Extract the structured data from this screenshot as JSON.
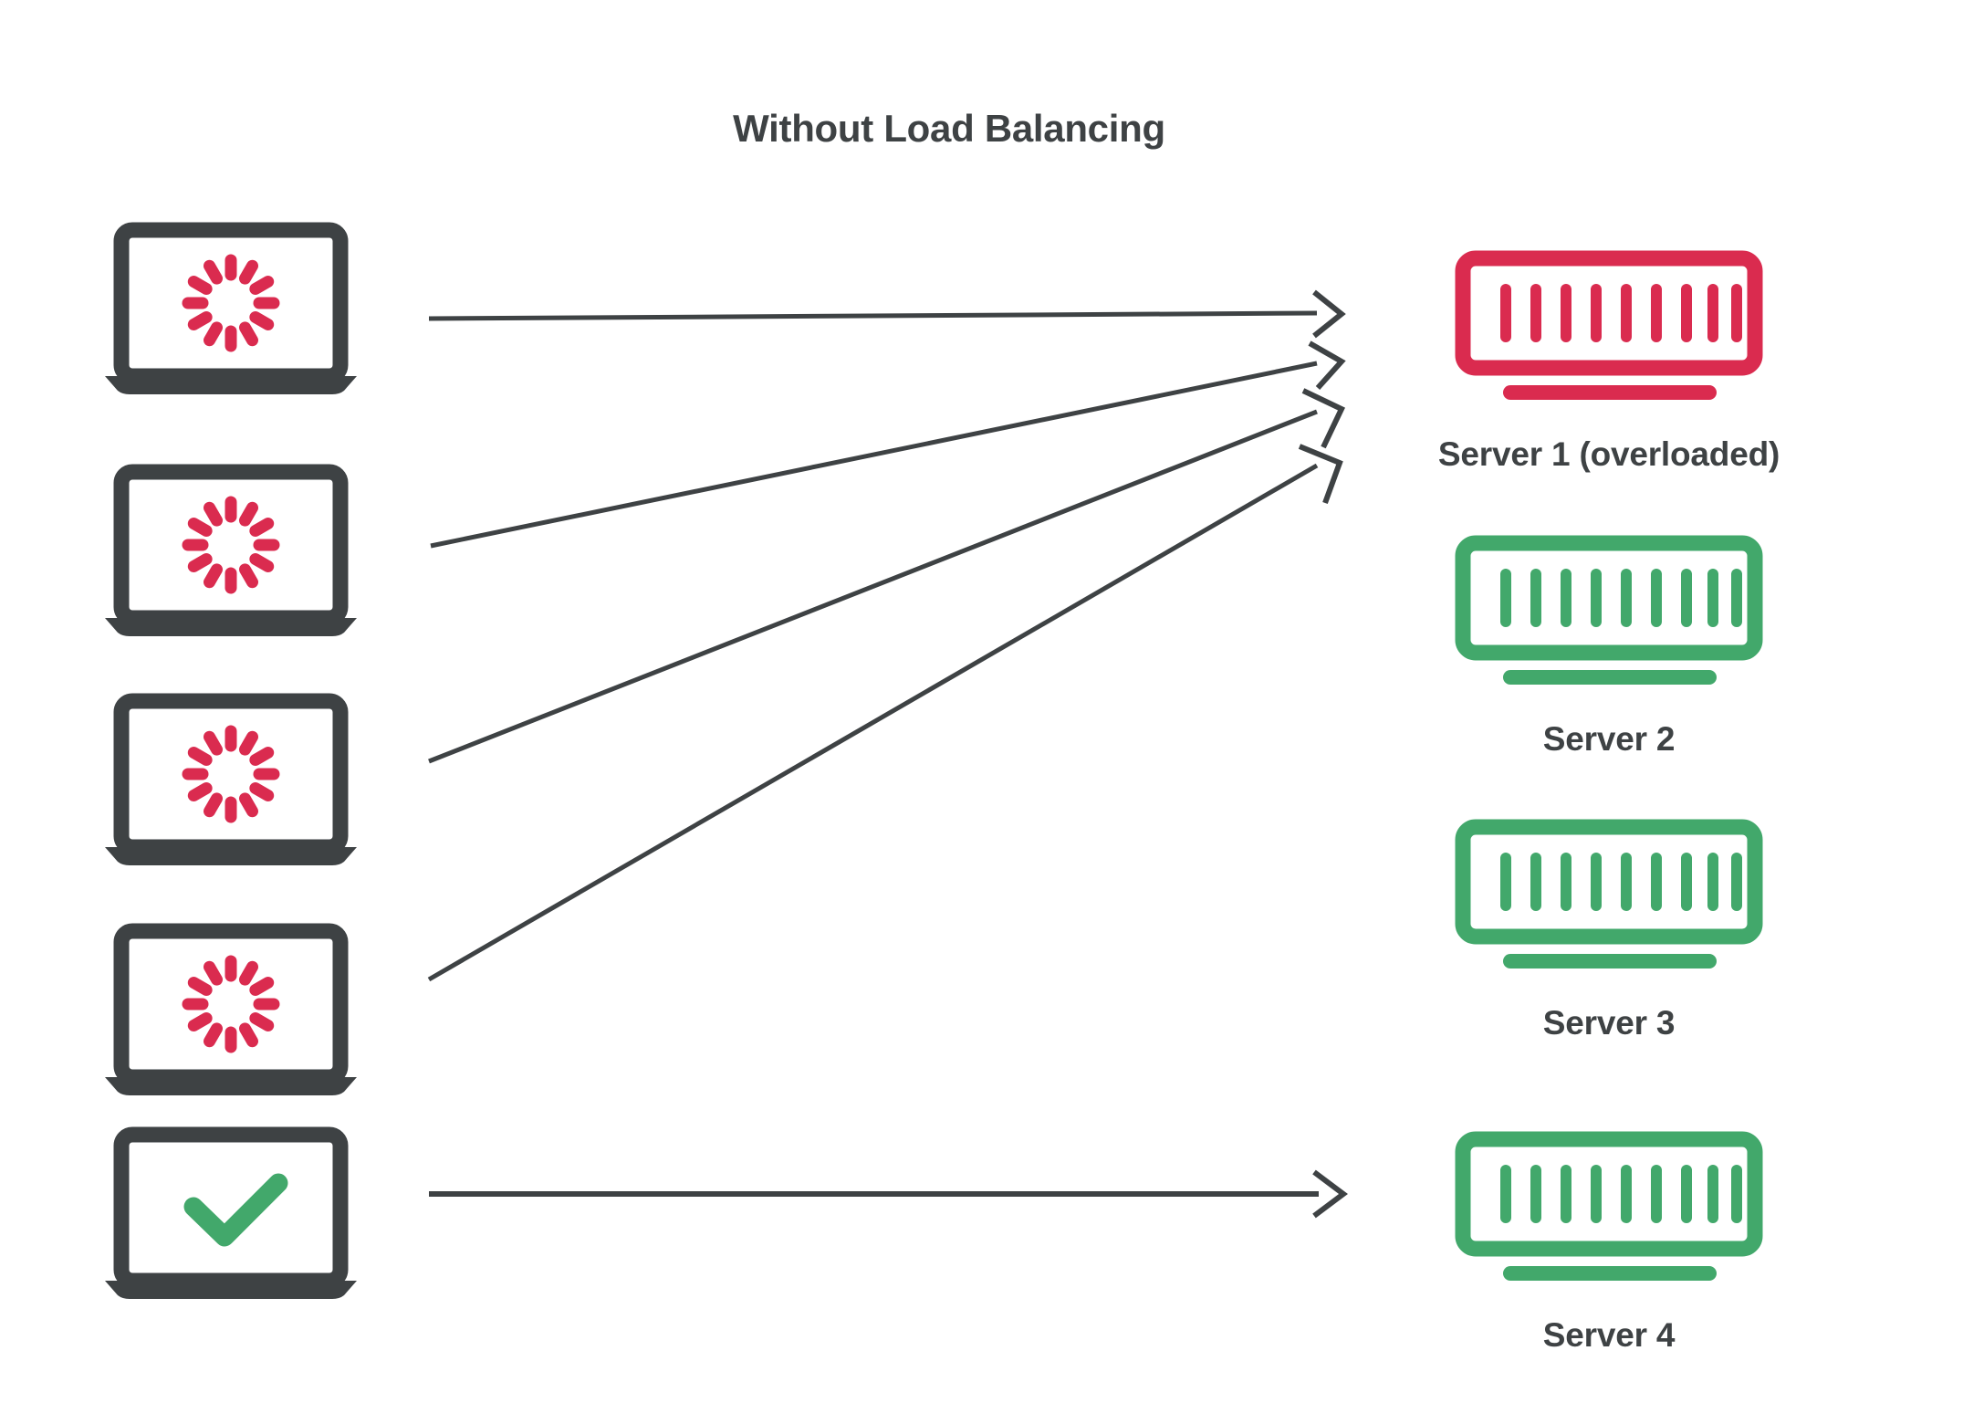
{
  "diagram": {
    "title": "Without Load Balancing",
    "colors": {
      "dark": "#3E4244",
      "red": "#DA2B4F",
      "green": "#42A86B",
      "background": "#FFFFFF",
      "arrow": "#3E4244"
    },
    "clients": [
      {
        "id": "client-1",
        "icon": "loading-spinner-icon",
        "state": "loading",
        "icon_color": "#DA2B4F"
      },
      {
        "id": "client-2",
        "icon": "loading-spinner-icon",
        "state": "loading",
        "icon_color": "#DA2B4F"
      },
      {
        "id": "client-3",
        "icon": "loading-spinner-icon",
        "state": "loading",
        "icon_color": "#DA2B4F"
      },
      {
        "id": "client-4",
        "icon": "loading-spinner-icon",
        "state": "loading",
        "icon_color": "#DA2B4F"
      },
      {
        "id": "client-5",
        "icon": "checkmark-icon",
        "state": "success",
        "icon_color": "#42A86B"
      }
    ],
    "servers": [
      {
        "id": "server-1",
        "label": "Server 1 (overloaded)",
        "status": "overloaded",
        "color": "#DA2B4F",
        "bars": 9
      },
      {
        "id": "server-2",
        "label": "Server 2",
        "status": "healthy",
        "color": "#42A86B",
        "bars": 9
      },
      {
        "id": "server-3",
        "label": "Server 3",
        "status": "healthy",
        "color": "#42A86B",
        "bars": 9
      },
      {
        "id": "server-4",
        "label": "Server 4",
        "status": "healthy",
        "color": "#42A86B",
        "bars": 9
      }
    ],
    "connections": [
      {
        "id": "conn-1",
        "from": "client-1",
        "to": "server-1"
      },
      {
        "id": "conn-2",
        "from": "client-2",
        "to": "server-1"
      },
      {
        "id": "conn-3",
        "from": "client-3",
        "to": "server-1"
      },
      {
        "id": "conn-4",
        "from": "client-4",
        "to": "server-1"
      },
      {
        "id": "conn-5",
        "from": "client-5",
        "to": "server-4"
      }
    ]
  }
}
